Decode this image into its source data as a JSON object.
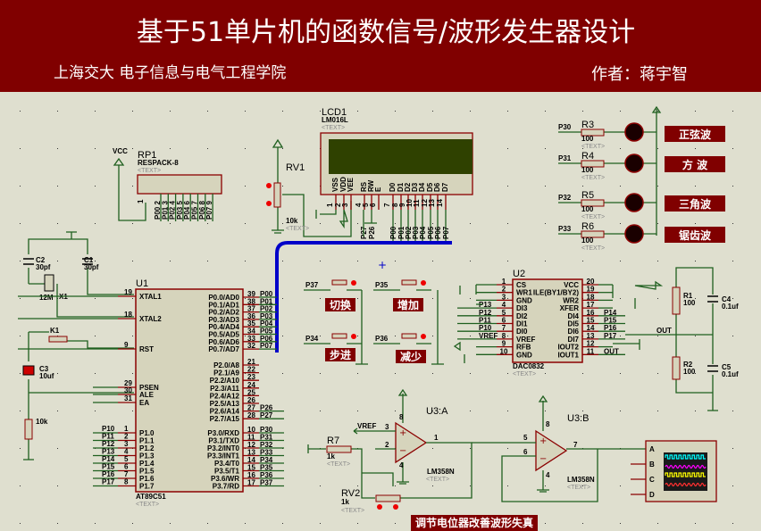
{
  "header": {
    "title": "基于51单片机的函数信号/波形发生器设计",
    "subtitle": "上海交大 电子信息与电气工程学院",
    "author": "作者：蒋宇智",
    "bg_color": "#800000"
  },
  "placeholder_text": "<TEXT>",
  "rp1": {
    "ref": "RP1",
    "part": "RESPACK-8",
    "vcc": "VCC",
    "pin1": "1",
    "pins": [
      "P00 2",
      "P01 3",
      "P02 4",
      "P03 5",
      "P04 6",
      "P05 7",
      "P06 8",
      "P07 9"
    ]
  },
  "rv1": {
    "ref": "RV1",
    "value": "10k"
  },
  "lcd": {
    "ref": "LCD1",
    "part": "LM016L",
    "screen_color": "#2f4100",
    "pins": [
      "VSS",
      "VDD",
      "VEE",
      "RS",
      "RW",
      "E",
      "D0",
      "D1",
      "D2",
      "D3",
      "D4",
      "D5",
      "D6",
      "D7"
    ],
    "pin_numbers": [
      "1",
      "2",
      "3",
      "4",
      "5",
      "6",
      "7",
      "8",
      "9",
      "10",
      "11",
      "12",
      "13",
      "14"
    ],
    "nets": [
      "P27",
      "P26",
      "P00",
      "P01",
      "P02",
      "P03",
      "P04",
      "P05",
      "P06",
      "P07"
    ]
  },
  "leds": [
    {
      "net": "P30",
      "ref": "R3",
      "value": "100",
      "label": "正弦波"
    },
    {
      "net": "P31",
      "ref": "R4",
      "value": "100",
      "label": "方 波"
    },
    {
      "net": "P32",
      "ref": "R5",
      "value": "100",
      "label": "三角波"
    },
    {
      "net": "P33",
      "ref": "R6",
      "value": "100",
      "label": "锯齿波"
    }
  ],
  "crystal": {
    "c2": "C2",
    "c2v": "30pf",
    "c1": "C1",
    "c1v": "30pf",
    "x1": "X1",
    "x1v": "12M"
  },
  "reset": {
    "k1": "K1",
    "c3": "C3",
    "c3v": "10uf",
    "r": "10k"
  },
  "u1": {
    "ref": "U1",
    "part": "AT89C51",
    "left": [
      {
        "num": "19",
        "name": "XTAL1"
      },
      {
        "num": "18",
        "name": "XTAL2"
      },
      {
        "num": "9",
        "name": "RST"
      },
      {
        "num": "29",
        "name": "PSEN"
      },
      {
        "num": "30",
        "name": "ALE"
      },
      {
        "num": "31",
        "name": "EA"
      },
      {
        "num": "1",
        "name": "P1.0",
        "net": "P10"
      },
      {
        "num": "2",
        "name": "P1.1",
        "net": "P11"
      },
      {
        "num": "3",
        "name": "P1.2",
        "net": "P12"
      },
      {
        "num": "4",
        "name": "P1.3",
        "net": "P13"
      },
      {
        "num": "5",
        "name": "P1.4",
        "net": "P14"
      },
      {
        "num": "6",
        "name": "P1.5",
        "net": "P15"
      },
      {
        "num": "7",
        "name": "P1.6",
        "net": "P16"
      },
      {
        "num": "8",
        "name": "P1.7",
        "net": "P17"
      }
    ],
    "right": [
      {
        "num": "39",
        "name": "P0.0/AD0",
        "net": "P00"
      },
      {
        "num": "38",
        "name": "P0.1/AD1",
        "net": "P01"
      },
      {
        "num": "37",
        "name": "P0.2/AD2",
        "net": "P02"
      },
      {
        "num": "36",
        "name": "P0.3/AD3",
        "net": "P03"
      },
      {
        "num": "35",
        "name": "P0.4/AD4",
        "net": "P04"
      },
      {
        "num": "34",
        "name": "P0.5/AD5",
        "net": "P05"
      },
      {
        "num": "33",
        "name": "P0.6/AD6",
        "net": "P06"
      },
      {
        "num": "32",
        "name": "P0.7/AD7",
        "net": "P07"
      },
      {
        "num": "21",
        "name": "P2.0/A8"
      },
      {
        "num": "22",
        "name": "P2.1/A9"
      },
      {
        "num": "23",
        "name": "P2.2/A10"
      },
      {
        "num": "24",
        "name": "P2.3/A11"
      },
      {
        "num": "25",
        "name": "P2.4/A12"
      },
      {
        "num": "26",
        "name": "P2.5/A13"
      },
      {
        "num": "27",
        "name": "P2.6/A14",
        "net": "P26"
      },
      {
        "num": "28",
        "name": "P2.7/A15",
        "net": "P27"
      },
      {
        "num": "10",
        "name": "P3.0/RXD",
        "net": "P30"
      },
      {
        "num": "11",
        "name": "P3.1/TXD",
        "net": "P31"
      },
      {
        "num": "12",
        "name": "P3.2/INT0",
        "net": "P32"
      },
      {
        "num": "13",
        "name": "P3.3/INT1",
        "net": "P33"
      },
      {
        "num": "14",
        "name": "P3.4/T0",
        "net": "P34"
      },
      {
        "num": "15",
        "name": "P3.5/T1",
        "net": "P35"
      },
      {
        "num": "16",
        "name": "P3.6/WR",
        "net": "P36"
      },
      {
        "num": "17",
        "name": "P3.7/RD",
        "net": "P37"
      }
    ]
  },
  "buttons": [
    {
      "net": "P37",
      "label": "切换"
    },
    {
      "net": "P35",
      "label": "增加"
    },
    {
      "net": "P34",
      "label": "步进"
    },
    {
      "net": "P36",
      "label": "减少"
    }
  ],
  "u2": {
    "ref": "U2",
    "part": "DAC0832",
    "left": [
      {
        "num": "1",
        "name": "CS"
      },
      {
        "num": "2",
        "name": "WR1"
      },
      {
        "num": "3",
        "name": "GND"
      },
      {
        "num": "4",
        "name": "DI3",
        "net": "P13"
      },
      {
        "num": "5",
        "name": "DI2",
        "net": "P12"
      },
      {
        "num": "6",
        "name": "DI1",
        "net": "P11"
      },
      {
        "num": "7",
        "name": "DI0",
        "net": "P10"
      },
      {
        "num": "8",
        "name": "VREF",
        "net": "VREF"
      },
      {
        "num": "9",
        "name": "RFB"
      },
      {
        "num": "10",
        "name": "GND"
      }
    ],
    "right": [
      {
        "num": "20",
        "name": "VCC"
      },
      {
        "num": "19",
        "name": "ILE(BY1/BY2)"
      },
      {
        "num": "18",
        "name": "WR2"
      },
      {
        "num": "17",
        "name": "XFER"
      },
      {
        "num": "16",
        "name": "DI4",
        "net": "P14"
      },
      {
        "num": "15",
        "name": "DI5",
        "net": "P15"
      },
      {
        "num": "14",
        "name": "DI6",
        "net": "P16"
      },
      {
        "num": "13",
        "name": "DI7",
        "net": "P17"
      },
      {
        "num": "12",
        "name": "IOUT2"
      },
      {
        "num": "11",
        "name": "IOUT1",
        "net": "OUT"
      }
    ]
  },
  "filter": {
    "r1": "R1",
    "r1v": "100",
    "r2": "R2",
    "r2v": "100",
    "c4": "C4",
    "c4v": "0.1uf",
    "c5": "C5",
    "c5v": "0.1uf",
    "out": "OUT"
  },
  "opamp_a": {
    "ref": "U3:A",
    "part": "LM358N",
    "vref": "VREF",
    "r7": "R7",
    "r7v": "1k",
    "rv2": "RV2",
    "rv2v": "1k",
    "pins": {
      "in_pos": "3",
      "in_neg": "2",
      "out": "1",
      "vcc": "8",
      "gnd": "4"
    }
  },
  "opamp_b": {
    "ref": "U3:B",
    "part": "LM358N",
    "pins": {
      "in_pos": "5",
      "in_neg": "6",
      "out": "7",
      "vcc": "8",
      "gnd": "4"
    }
  },
  "scope": {
    "channels": [
      "A",
      "B",
      "C",
      "D"
    ],
    "trace_colors": [
      "#00ffff",
      "#ff00ff",
      "#ffff00",
      "#ff3030"
    ]
  },
  "note": "调节电位器改善波形失真"
}
